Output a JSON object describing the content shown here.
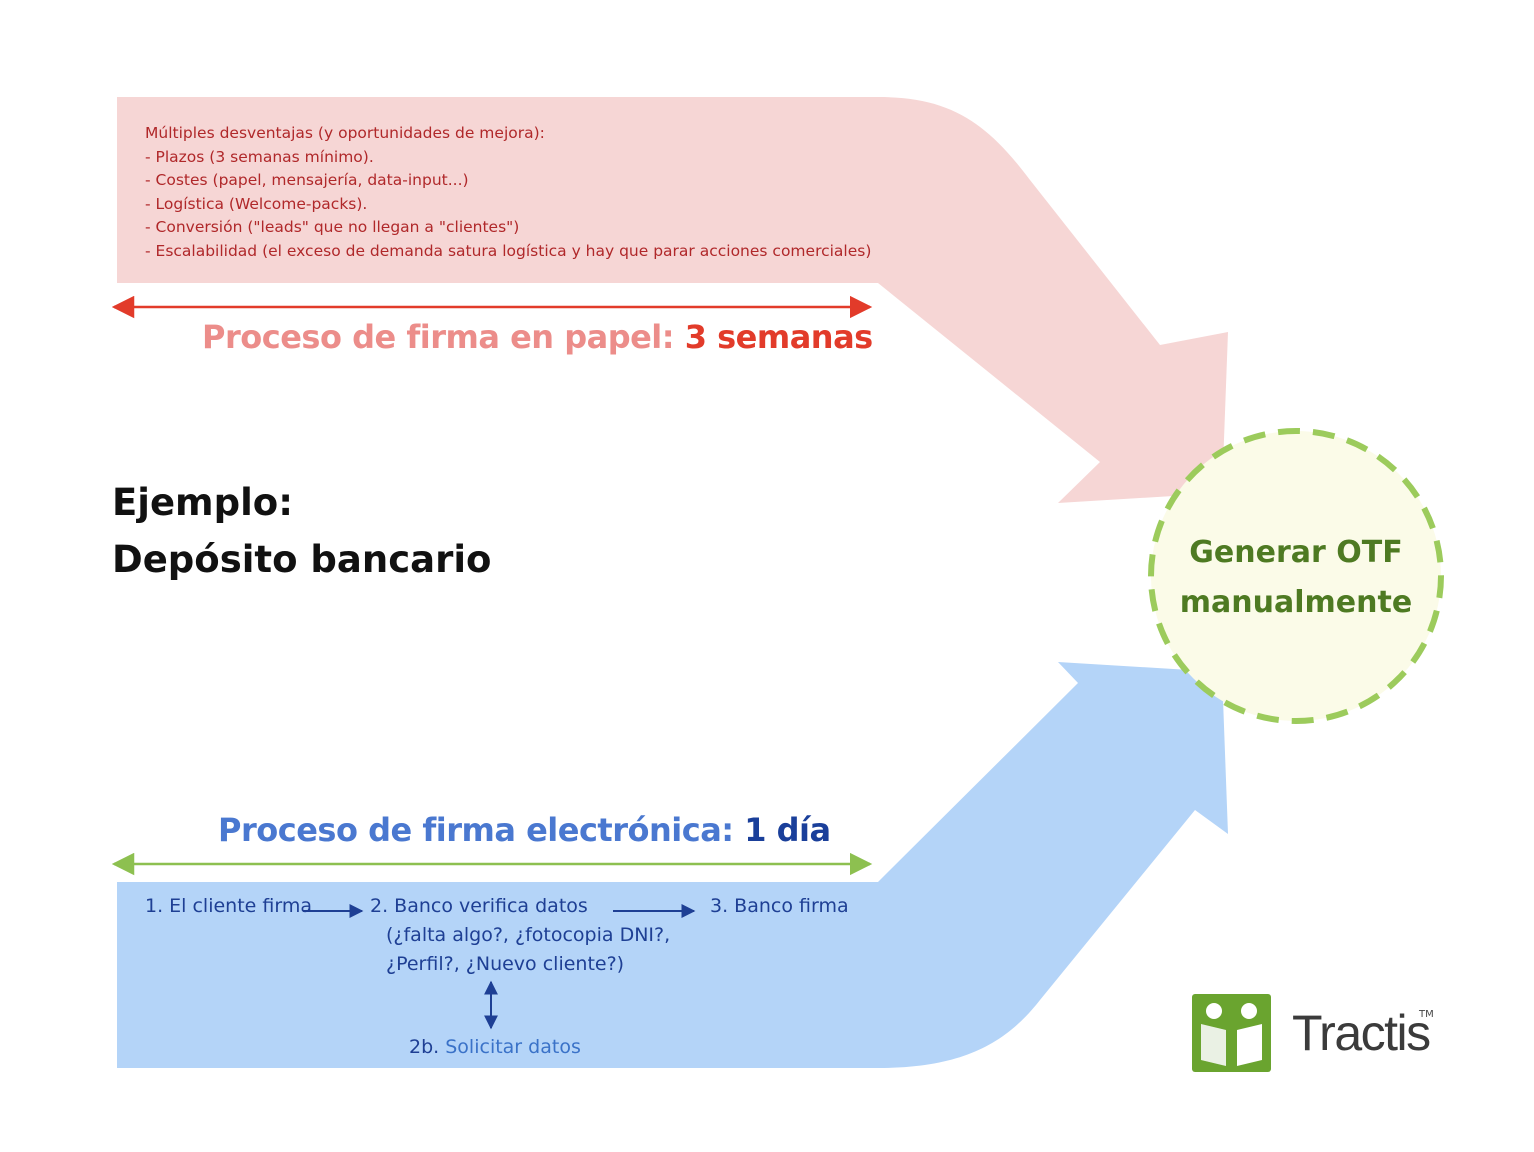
{
  "paper": {
    "notes": [
      "Múltiples desventajas (y oportunidades de mejora):",
      "- Plazos (3 semanas mínimo).",
      "- Costes (papel, mensajería, data-input...)",
      "- Logística (Welcome-packs).",
      "- Conversión (\"leads\" que no llegan a \"clientes\")",
      "- Escalabilidad (el exceso de demanda satura logística y hay que parar acciones comerciales)"
    ],
    "title": "Proceso de firma en papel: ",
    "duration": "3 semanas"
  },
  "example": {
    "line1": "Ejemplo:",
    "line2": "Depósito bancario"
  },
  "electronic": {
    "title": "Proceso de firma electrónica: ",
    "duration": "1 día",
    "step1": "1. El cliente firma",
    "step2": "2. Banco verifica datos",
    "step2_detail1": "(¿falta algo?, ¿fotocopia DNI?,",
    "step2_detail2": "¿Perfil?, ¿Nuevo cliente?)",
    "step3": "3. Banco firma",
    "step2b_number": "2b.",
    "step2b_label": "Solicitar datos"
  },
  "target": {
    "line1": "Generar OTF",
    "line2": "manualmente"
  },
  "logo": {
    "name": "Tractis",
    "tm": "TM",
    "icon": "tractis-logo-icon"
  },
  "colors": {
    "paper_fill": "#f6d6d5",
    "paper_text": "#b0282a",
    "paper_title": "#ec8d8a",
    "paper_accent": "#e23b2a",
    "electronic_fill": "#b4d4f8",
    "electronic_title": "#4a78d0",
    "electronic_accent": "#1a3f9a",
    "circle_fill": "#fbfbe8",
    "circle_border": "#9ccb5c",
    "circle_text": "#4e7a22",
    "logo_green": "#6aa42f"
  }
}
